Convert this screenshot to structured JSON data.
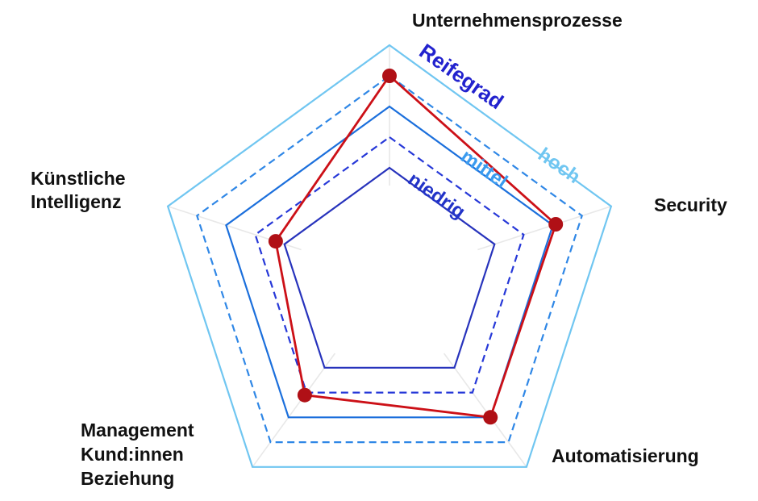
{
  "page": {
    "background": "#FFFFFF"
  },
  "chart_data": {
    "type": "radar",
    "title": "",
    "categories": [
      "Unternehmensprozesse",
      "Security",
      "Automatisierung",
      "Management Kund:innen Beziehung",
      "Künstliche Intelligenz"
    ],
    "series": [
      {
        "name": "Reifegrad",
        "values": [
          4.0,
          3.1,
          3.0,
          2.1,
          1.3
        ],
        "value_scale_note": "ring scale 1-5 where 1=niedrig, 3=mittel, 5=hoch",
        "line_color": "#CC1017",
        "point_color": "#B01016"
      }
    ],
    "scale": {
      "rings": 5,
      "min": 1,
      "max": 5,
      "ring_styles": [
        "solid",
        "dashed",
        "solid",
        "dashed",
        "solid"
      ],
      "ring_colors": [
        "#2733BC",
        "#2638D8",
        "#1B6FDC",
        "#2F87E6",
        "#70C6F1"
      ],
      "ring_labels": [
        {
          "ring": 1,
          "label": "niedrig",
          "color": "#2233C8"
        },
        {
          "ring": 3,
          "label": "mittel",
          "color": "#3A9BEF"
        },
        {
          "ring": 5,
          "label": "hoch",
          "color": "#70C6F1"
        }
      ]
    },
    "grid": {
      "spoke_color": "#E8E8E8"
    },
    "legend_position": "along upper-right pentagon edge, rotated",
    "series_title_color": "#2222CE"
  },
  "axis_labels": {
    "unternehmensprozesse": {
      "lines": [
        "Unternehmensprozesse"
      ]
    },
    "security": {
      "lines": [
        "Security"
      ]
    },
    "automatisierung": {
      "lines": [
        "Automatisierung"
      ]
    },
    "management": {
      "lines": [
        "Management",
        "Kund:innen",
        "Beziehung"
      ]
    },
    "kuenstliche_intelligenz": {
      "lines": [
        "Künstliche",
        "Intelligenz"
      ]
    }
  }
}
